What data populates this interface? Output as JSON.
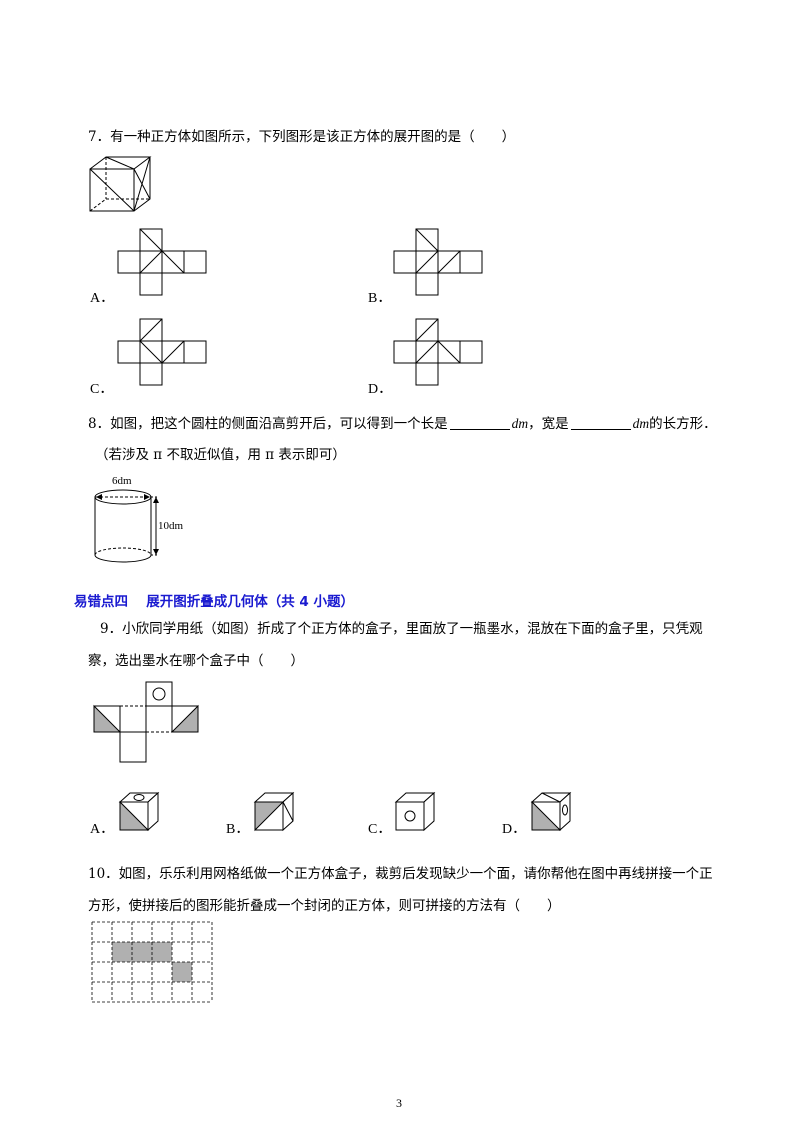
{
  "q7": {
    "text": "7．有一种正方体如图所示，下列图形是该正方体的展开图的是（　　）",
    "options": [
      "A．",
      "B．",
      "C．",
      "D．"
    ]
  },
  "q8": {
    "text_a": "8．如图，把这个圆柱的侧面沿高剪开后，可以得到一个长是",
    "unit1": "dm",
    "text_b": "，宽是",
    "unit2": "dm",
    "text_c": "的长方形．",
    "note": "（若涉及 π 不取近似值，用 π 表示即可）",
    "diameter_label": "6dm",
    "height_label": "10dm"
  },
  "section4": {
    "title": "易错点四　 展开图折叠成几何体（共 4 小题）"
  },
  "q9": {
    "line1": "9．小欣同学用纸（如图）折成了个正方体的盒子，里面放了一瓶墨水，混放在下面的盒子里，只凭观",
    "line2": "察，选出墨水在哪个盒子中（　　）",
    "options": [
      "A．",
      "B．",
      "C．",
      "D．"
    ]
  },
  "q10": {
    "line1": "10．如图，乐乐利用网格纸做一个正方体盒子，裁剪后发现缺少一个面，请你帮他在图中再线拼接一个正",
    "line2": "方形，使拼接后的图形能折叠成一个封闭的正方体，则可拼接的方法有（　　）"
  },
  "page_number": "3"
}
